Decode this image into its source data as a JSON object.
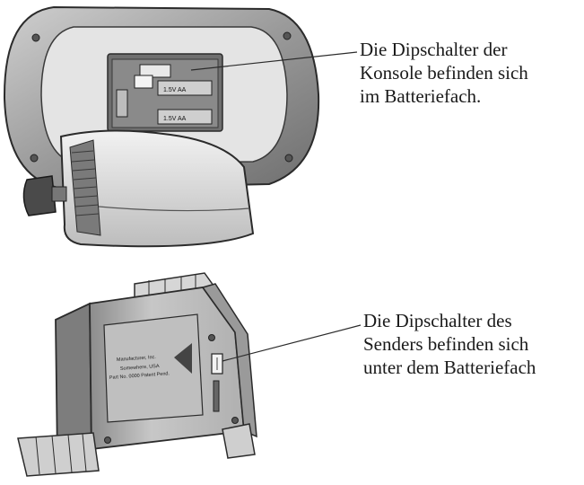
{
  "callouts": {
    "console": {
      "lines": [
        "Die Dipschalter der",
        "Konsole befinden sich",
        "im Batteriefach."
      ]
    },
    "sender": {
      "lines": [
        "Die Dipschalter des",
        "Senders befinden sich",
        "unter dem Batteriefach"
      ]
    }
  },
  "battery_labels": {
    "top": "1.5V AA",
    "bottom": "1.5V AA"
  },
  "sender_label": {
    "lines": [
      "Manufacturer, Inc.",
      "Somewhere, USA",
      "Part No. 0000 Patent Pend."
    ]
  },
  "colors": {
    "line_art": "#2b2b2b",
    "shade_light": "#d9d9d9",
    "shade_mid": "#a8a8a8",
    "shade_dark": "#555555",
    "text": "#1a1a1a"
  }
}
